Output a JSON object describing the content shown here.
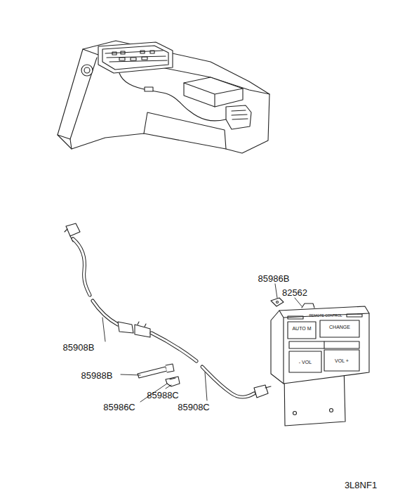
{
  "diagram": {
    "labels": [
      "85986B",
      "82562",
      "85908B",
      "85988B",
      "85988C",
      "85986C",
      "85908C",
      "3L8NF1",
      "REMOTE CONTROL",
      "AUTO M",
      "CHANGE",
      "- VOL",
      "VOL +"
    ]
  }
}
